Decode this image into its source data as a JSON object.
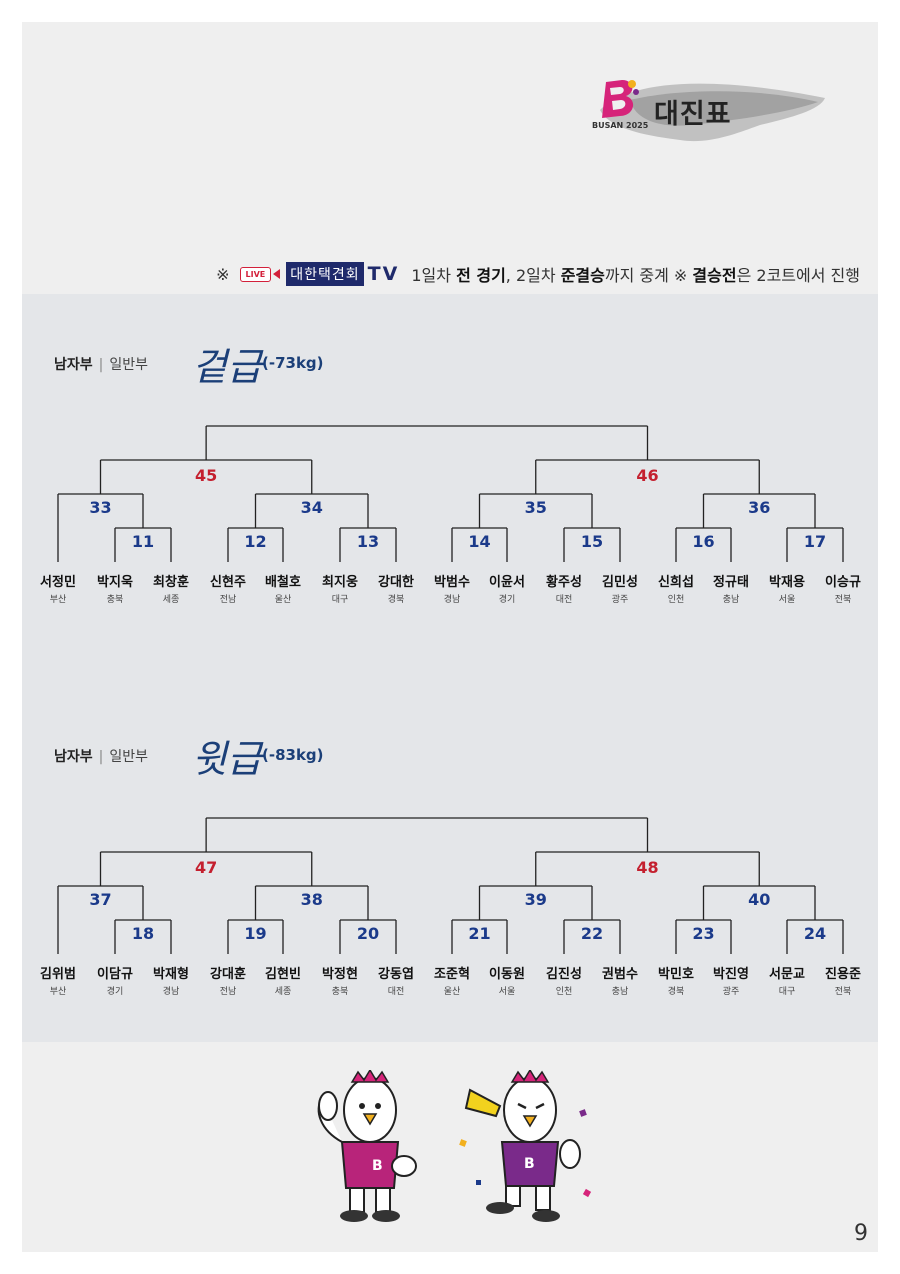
{
  "header": {
    "title": "대진표",
    "logo_text": "BUSAN 2025"
  },
  "notice": {
    "prefix": "※",
    "live_badge": "LIVE",
    "channel": "대한택견회",
    "tv": "TV",
    "part1": "1일차",
    "bold1": "전 경기",
    "part2": ", 2일차",
    "bold2": "준결승",
    "part3": "까지 중계  ※",
    "bold3": "결승전",
    "part4": "은 2코트에서 진행"
  },
  "sections": [
    {
      "gender": "남자부",
      "division": "일반부",
      "weight_class": "겉급",
      "weight_kg": "(-73kg)",
      "final_left": "45",
      "final_right": "46",
      "semis": [
        "33",
        "34",
        "35",
        "36"
      ],
      "quarters": [
        "11",
        "12",
        "13",
        "14",
        "15",
        "16",
        "17"
      ],
      "players": [
        {
          "name": "서정민",
          "region": "부산"
        },
        {
          "name": "박지욱",
          "region": "충북"
        },
        {
          "name": "최창훈",
          "region": "세종"
        },
        {
          "name": "신현주",
          "region": "전남"
        },
        {
          "name": "배철호",
          "region": "울산"
        },
        {
          "name": "최지웅",
          "region": "대구"
        },
        {
          "name": "강대한",
          "region": "경북"
        },
        {
          "name": "박범수",
          "region": "경남"
        },
        {
          "name": "이윤서",
          "region": "경기"
        },
        {
          "name": "황주성",
          "region": "대전"
        },
        {
          "name": "김민성",
          "region": "광주"
        },
        {
          "name": "신희섭",
          "region": "인천"
        },
        {
          "name": "정규태",
          "region": "충남"
        },
        {
          "name": "박재용",
          "region": "서울"
        },
        {
          "name": "이승규",
          "region": "전북"
        }
      ]
    },
    {
      "gender": "남자부",
      "division": "일반부",
      "weight_class": "윗급",
      "weight_kg": "(-83kg)",
      "final_left": "47",
      "final_right": "48",
      "semis": [
        "37",
        "38",
        "39",
        "40"
      ],
      "quarters": [
        "18",
        "19",
        "20",
        "21",
        "22",
        "23",
        "24"
      ],
      "players": [
        {
          "name": "김위범",
          "region": "부산"
        },
        {
          "name": "이담규",
          "region": "경기"
        },
        {
          "name": "박재형",
          "region": "경남"
        },
        {
          "name": "강대훈",
          "region": "전남"
        },
        {
          "name": "김현빈",
          "region": "세종"
        },
        {
          "name": "박정현",
          "region": "충북"
        },
        {
          "name": "강동엽",
          "region": "대전"
        },
        {
          "name": "조준혁",
          "region": "울산"
        },
        {
          "name": "이동원",
          "region": "서울"
        },
        {
          "name": "김진성",
          "region": "인천"
        },
        {
          "name": "권범수",
          "region": "충남"
        },
        {
          "name": "박민호",
          "region": "경북"
        },
        {
          "name": "박진영",
          "region": "광주"
        },
        {
          "name": "서문교",
          "region": "대구"
        },
        {
          "name": "진용준",
          "region": "전북"
        }
      ]
    }
  ],
  "page_number": "9",
  "colors": {
    "navy": "#1b3a8a",
    "red": "#c4202f",
    "brand_pink": "#d6247a"
  }
}
